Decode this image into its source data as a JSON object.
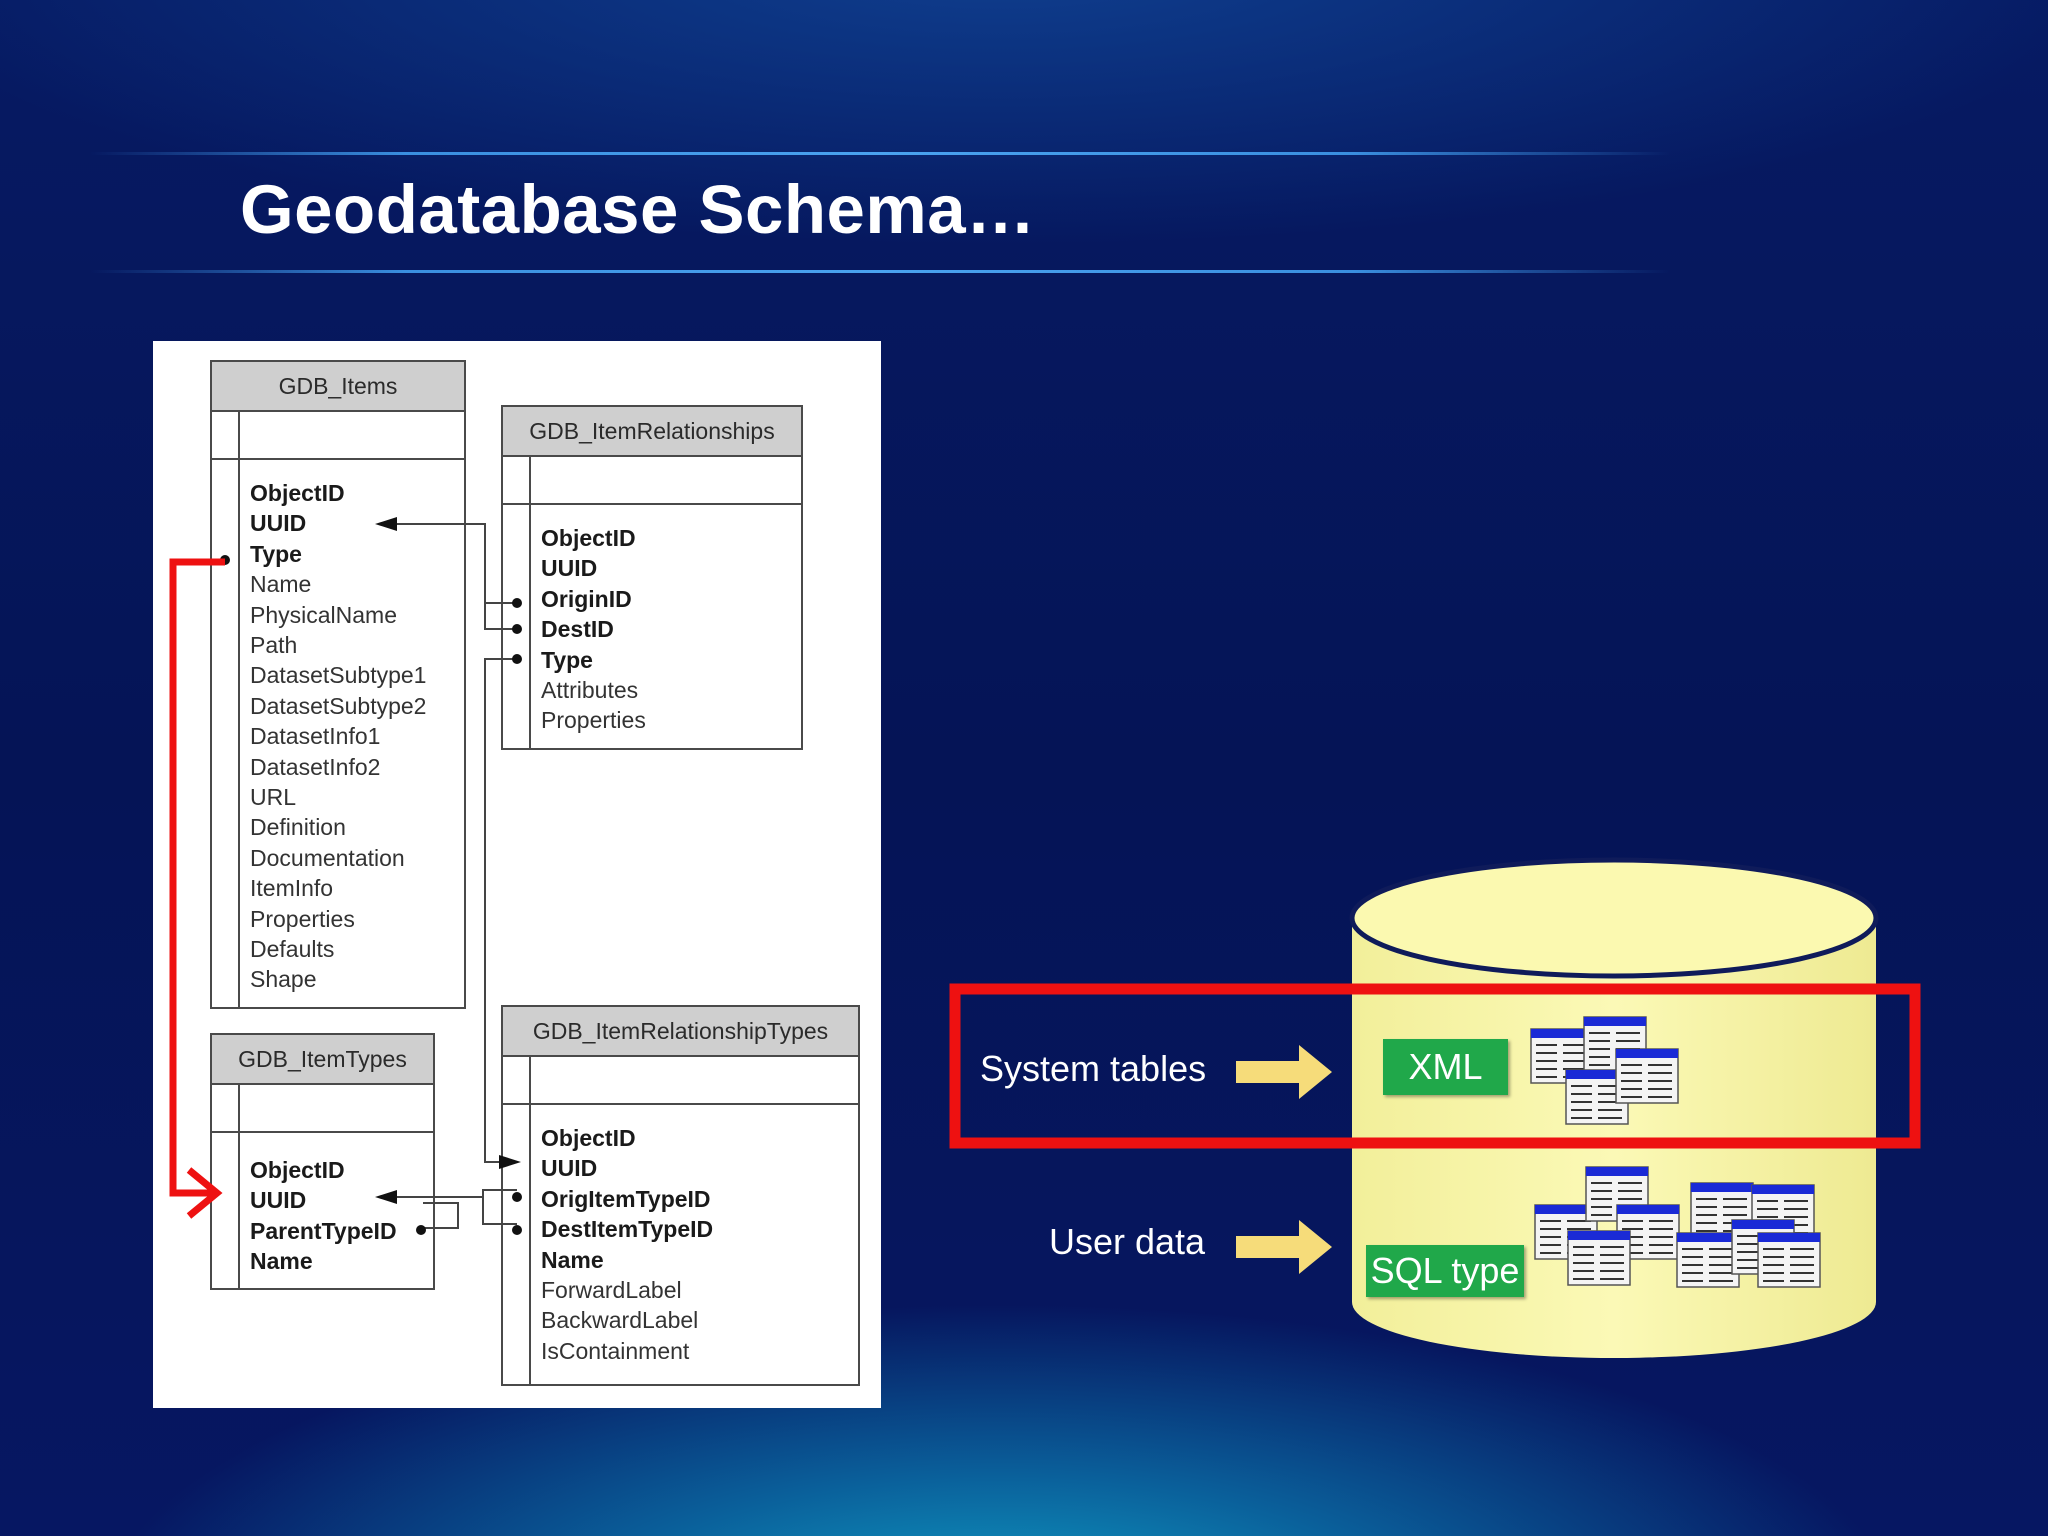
{
  "slide": {
    "title": "Geodatabase Schema…"
  },
  "tables": {
    "items": {
      "name": "GDB_Items",
      "fields": [
        {
          "label": "ObjectID",
          "bold": true
        },
        {
          "label": "UUID",
          "bold": true
        },
        {
          "label": "Type",
          "bold": true
        },
        {
          "label": "Name",
          "bold": false
        },
        {
          "label": "PhysicalName",
          "bold": false
        },
        {
          "label": "Path",
          "bold": false
        },
        {
          "label": "DatasetSubtype1",
          "bold": false
        },
        {
          "label": "DatasetSubtype2",
          "bold": false
        },
        {
          "label": "DatasetInfo1",
          "bold": false
        },
        {
          "label": "DatasetInfo2",
          "bold": false
        },
        {
          "label": "URL",
          "bold": false
        },
        {
          "label": "Definition",
          "bold": false
        },
        {
          "label": "Documentation",
          "bold": false
        },
        {
          "label": "ItemInfo",
          "bold": false
        },
        {
          "label": "Properties",
          "bold": false
        },
        {
          "label": "Defaults",
          "bold": false
        },
        {
          "label": "Shape",
          "bold": false
        }
      ]
    },
    "relationships": {
      "name": "GDB_ItemRelationships",
      "fields": [
        {
          "label": "ObjectID",
          "bold": true
        },
        {
          "label": "UUID",
          "bold": true
        },
        {
          "label": "OriginID",
          "bold": true
        },
        {
          "label": "DestID",
          "bold": true
        },
        {
          "label": "Type",
          "bold": true
        },
        {
          "label": "Attributes",
          "bold": false
        },
        {
          "label": "Properties",
          "bold": false
        }
      ]
    },
    "item_types": {
      "name": "GDB_ItemTypes",
      "fields": [
        {
          "label": "ObjectID",
          "bold": true
        },
        {
          "label": "UUID",
          "bold": true
        },
        {
          "label": "ParentTypeID",
          "bold": true
        },
        {
          "label": "Name",
          "bold": true
        }
      ]
    },
    "relationship_types": {
      "name": "GDB_ItemRelationshipTypes",
      "fields": [
        {
          "label": "ObjectID",
          "bold": true
        },
        {
          "label": "UUID",
          "bold": true
        },
        {
          "label": "OrigItemTypeID",
          "bold": true
        },
        {
          "label": "DestItemTypeID",
          "bold": true
        },
        {
          "label": "Name",
          "bold": true
        },
        {
          "label": "ForwardLabel",
          "bold": false
        },
        {
          "label": "BackwardLabel",
          "bold": false
        },
        {
          "label": "IsContainment",
          "bold": false
        }
      ]
    }
  },
  "database": {
    "system_label": "System tables",
    "user_label": "User data",
    "xml_tag": "XML",
    "sql_tag": "SQL type"
  },
  "colors": {
    "highlight_red": "#ee1111",
    "cylinder_fill": "#f7f5a6",
    "arrow_yellow": "#f6dc7a",
    "tag_green": "#20a84a",
    "table_icon_header": "#1a2ad6"
  }
}
